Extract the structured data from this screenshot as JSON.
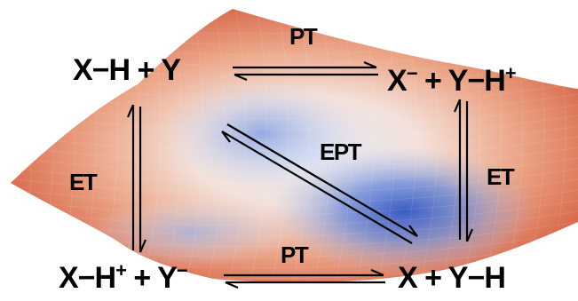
{
  "diagram": {
    "species": {
      "top_left": "X−H + Y",
      "top_right_base": "X",
      "top_right_charge1": "−",
      "top_right_mid": " + Y−H",
      "top_right_charge2": "+",
      "bottom_left_base": "X−H",
      "bottom_left_charge1": "+",
      "bottom_left_mid": " + Y",
      "bottom_left_charge2": "−",
      "bottom_right": "X + Y−H"
    },
    "processes": {
      "top": "PT",
      "bottom": "PT",
      "left": "ET",
      "right": "ET",
      "diagonal": "EPT"
    }
  },
  "colors": {
    "surface_high": "#c8412a",
    "surface_mid": "#f2d9cf",
    "surface_low": "#4a74d8",
    "surface_deep": "#2a4fb8",
    "arrows": "#000000"
  }
}
